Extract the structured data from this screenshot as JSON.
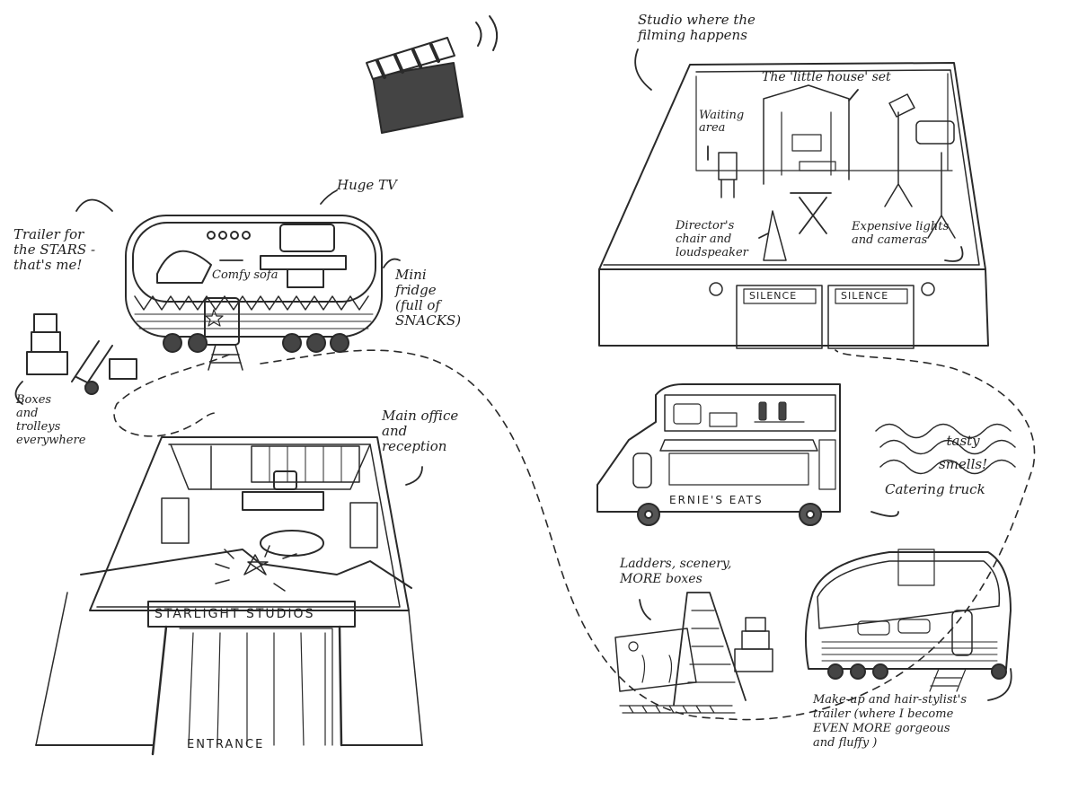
{
  "title": "Starlight Studios map",
  "colors": {
    "ink": "#2a2a2a",
    "background": "#ffffff",
    "fill_dark": "#555555"
  },
  "labels": {
    "huge_tv": "Huge TV",
    "stars_trailer": "Trailer for\nthe STARS -\nthat's me!",
    "comfy_sofa": "Comfy sofa",
    "mini_fridge": "Mini\nfridge\n(full of\nSNACKS)",
    "boxes_trolleys": "Boxes\nand\ntrolleys\neverywhere",
    "main_office": "Main office\nand\nreception",
    "studio": "Studio where the\nfilming happens",
    "little_house": "The 'little house' set",
    "waiting_area": "Waiting\narea",
    "directors_chair": "Director's\nchair and\nloudspeaker",
    "lights_cameras": "Expensive lights\nand cameras",
    "catering_truck": "Catering truck",
    "tasty_smells": "tasty\nsmells!",
    "ladders": "Ladders, scenery,\nMORE boxes",
    "makeup_trailer": "Make-up and hair-stylist's\ntrailer (where I become\nEVEN MORE gorgeous\nand fluffy )"
  },
  "signs": {
    "studio_name": "STARLIGHT STUDIOS",
    "entrance": "ENTRANCE",
    "silence_left": "SILENCE",
    "silence_right": "SILENCE",
    "truck_name": "ERNIE'S EATS"
  }
}
